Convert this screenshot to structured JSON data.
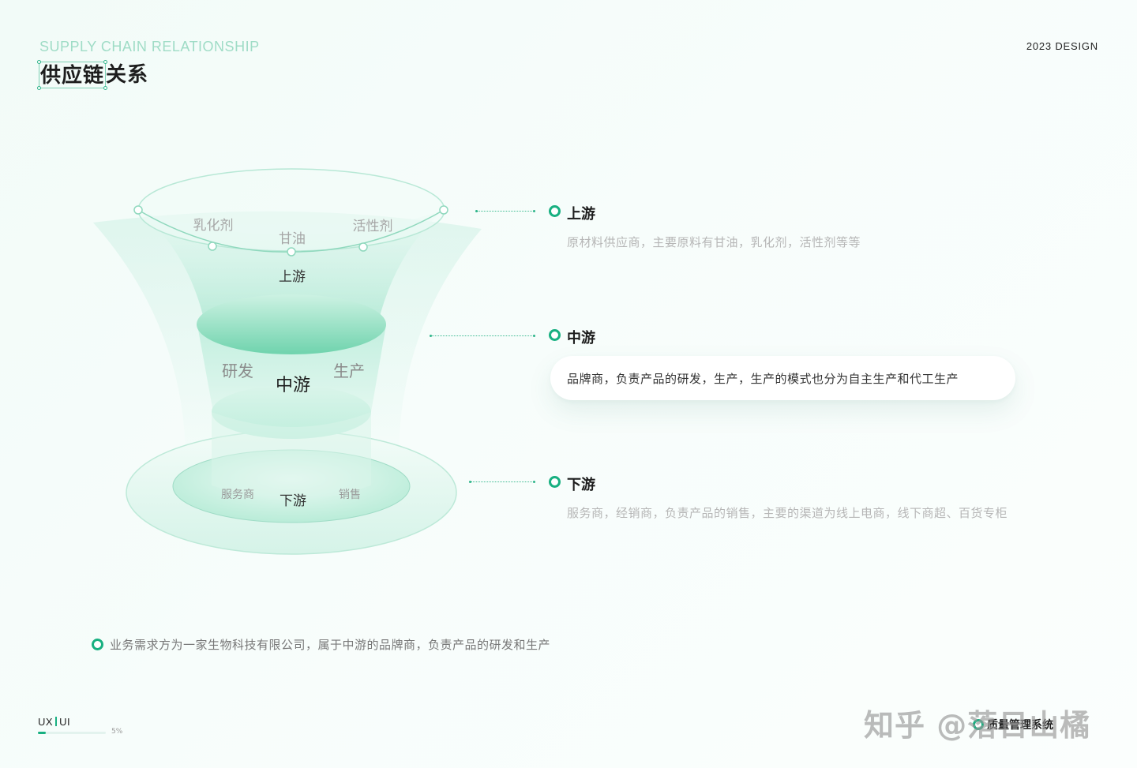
{
  "header": {
    "subtitle_en": "SUPPLY CHAIN RELATIONSHIP",
    "year_label": "2023 DESIGN",
    "title_selected": "供应链",
    "title_rest": "关系"
  },
  "funnel": {
    "top_items": [
      "乳化剂",
      "甘油",
      "活性剂"
    ],
    "upstream_label": "上游",
    "mid_left": "研发",
    "mid_center": "中游",
    "mid_right": "生产",
    "bottom_left": "服务商",
    "bottom_center": "下游",
    "bottom_right": "销售"
  },
  "sections": {
    "upstream": {
      "title": "上游",
      "desc": "原材料供应商，主要原料有甘油，乳化剂，活性剂等等"
    },
    "midstream": {
      "title": "中游",
      "desc": "品牌商，负责产品的研发，生产，生产的模式也分为自主生产和代工生产"
    },
    "downstream": {
      "title": "下游",
      "desc": "服务商，经销商，负责产品的销售，主要的渠道为线上电商，线下商超、百货专柜"
    }
  },
  "note": "业务需求方为一家生物科技有限公司，属于中游的品牌商，负责产品的研发和生产",
  "footer": {
    "ux": "UX",
    "ui": "UI",
    "progress_label": "5%",
    "progress_value": 0.05,
    "watermark": "知乎 @落日山橘",
    "brand": "质量管理系统"
  },
  "colors": {
    "accent": "#18b081",
    "accent_light": "#9fdcc6",
    "desc_gray": "#b6b6b6"
  },
  "icons": [
    "ring-bullet-icon",
    "connector-dot-icon"
  ]
}
